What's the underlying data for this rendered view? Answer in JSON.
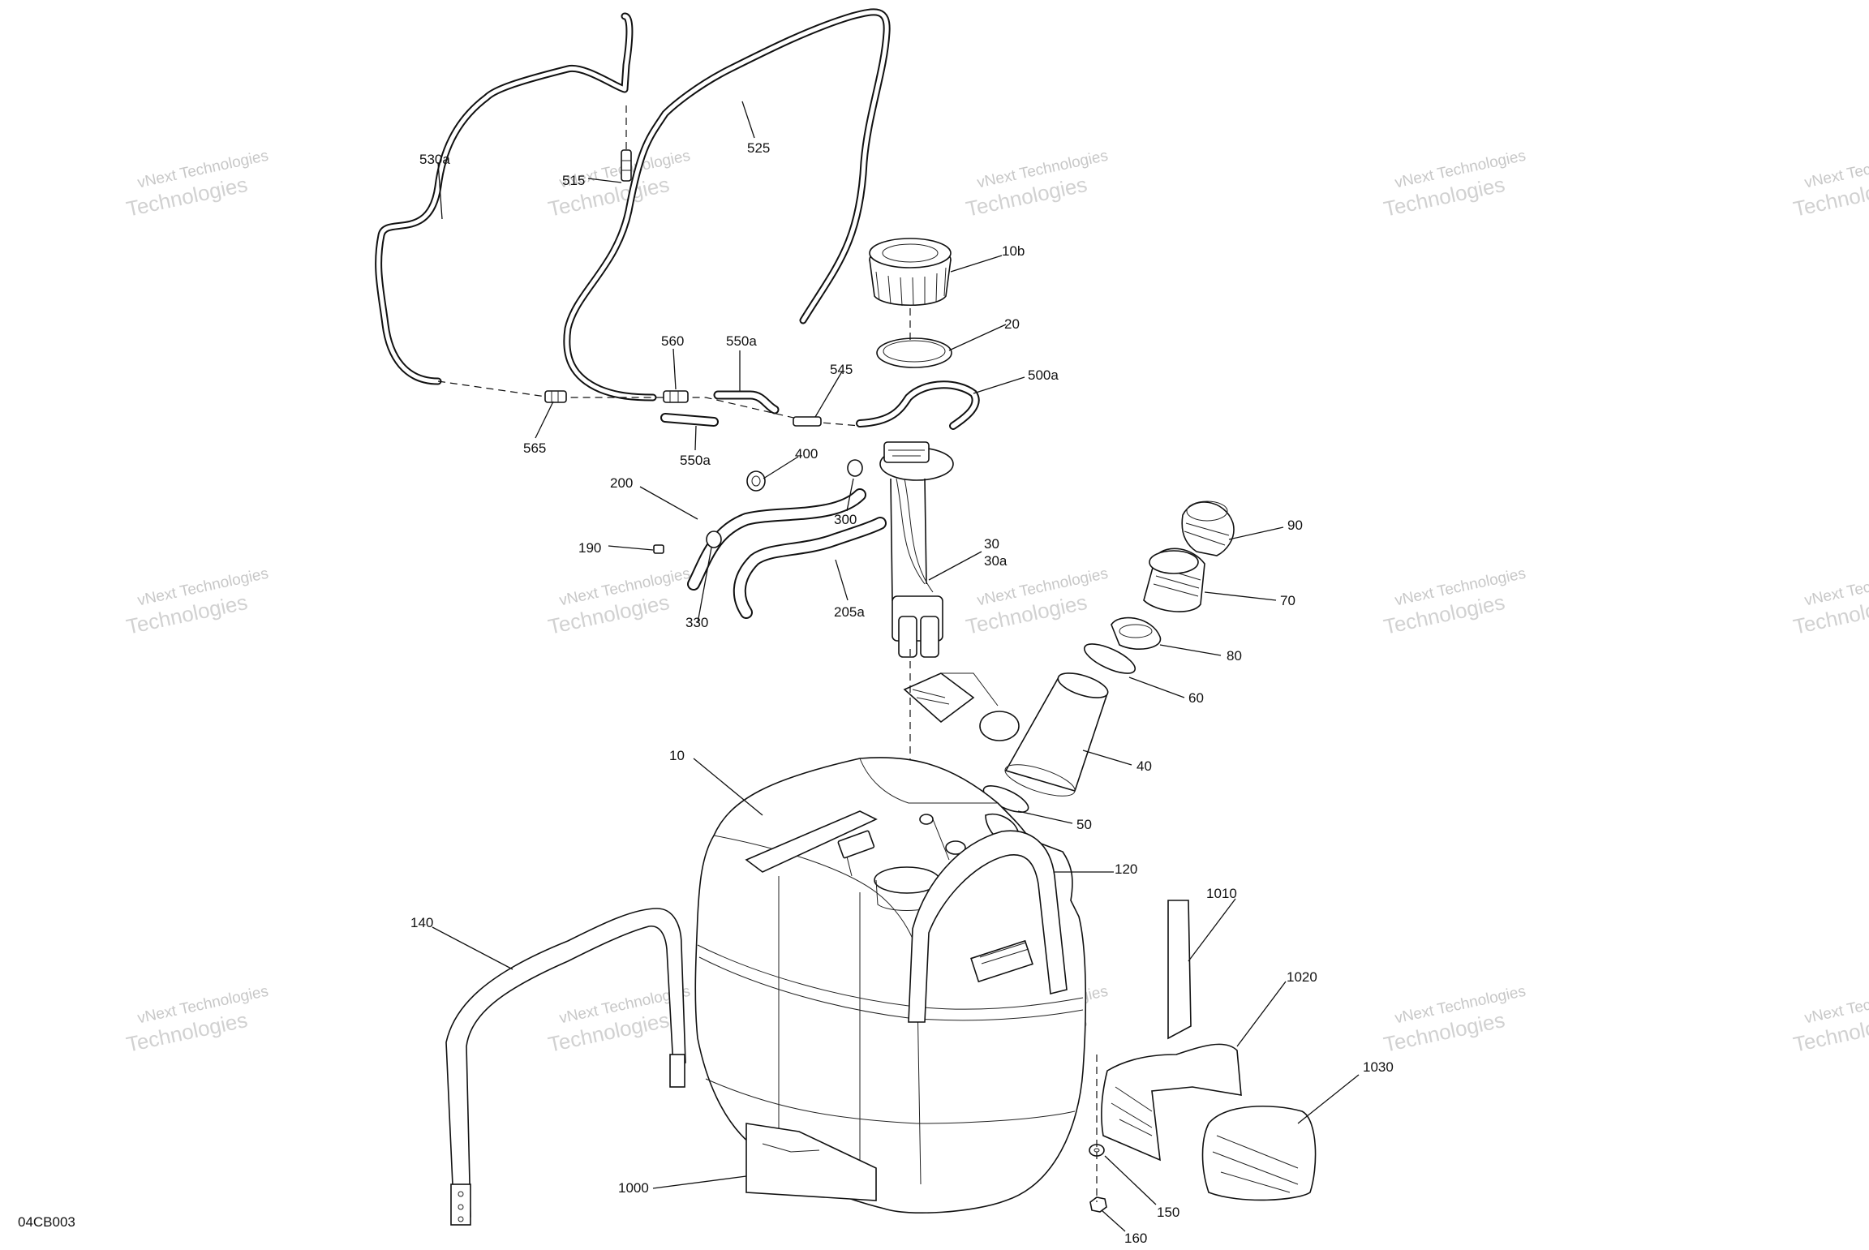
{
  "diagram": {
    "drawing_code": "04CB003",
    "watermark": {
      "line1": "vNext Technologies",
      "line2": "Technologies"
    },
    "callouts": [
      {
        "id": "c-530a",
        "label": "530a"
      },
      {
        "id": "c-515",
        "label": "515"
      },
      {
        "id": "c-525",
        "label": "525"
      },
      {
        "id": "c-10b",
        "label": "10b"
      },
      {
        "id": "c-20",
        "label": "20"
      },
      {
        "id": "c-500a",
        "label": "500a"
      },
      {
        "id": "c-560",
        "label": "560"
      },
      {
        "id": "c-550a-top",
        "label": "550a"
      },
      {
        "id": "c-545",
        "label": "545"
      },
      {
        "id": "c-565",
        "label": "565"
      },
      {
        "id": "c-550a-bottom",
        "label": "550a"
      },
      {
        "id": "c-400",
        "label": "400"
      },
      {
        "id": "c-200",
        "label": "200"
      },
      {
        "id": "c-300",
        "label": "300"
      },
      {
        "id": "c-190",
        "label": "190"
      },
      {
        "id": "c-30",
        "label": "30"
      },
      {
        "id": "c-30a",
        "label": "30a"
      },
      {
        "id": "c-90",
        "label": "90"
      },
      {
        "id": "c-70",
        "label": "70"
      },
      {
        "id": "c-330",
        "label": "330"
      },
      {
        "id": "c-205a",
        "label": "205a"
      },
      {
        "id": "c-80",
        "label": "80"
      },
      {
        "id": "c-60",
        "label": "60"
      },
      {
        "id": "c-40",
        "label": "40"
      },
      {
        "id": "c-10",
        "label": "10"
      },
      {
        "id": "c-50",
        "label": "50"
      },
      {
        "id": "c-120",
        "label": "120"
      },
      {
        "id": "c-140",
        "label": "140"
      },
      {
        "id": "c-1010",
        "label": "1010"
      },
      {
        "id": "c-1020",
        "label": "1020"
      },
      {
        "id": "c-1030",
        "label": "1030"
      },
      {
        "id": "c-1000",
        "label": "1000"
      },
      {
        "id": "c-150",
        "label": "150"
      },
      {
        "id": "c-160",
        "label": "160"
      }
    ]
  }
}
